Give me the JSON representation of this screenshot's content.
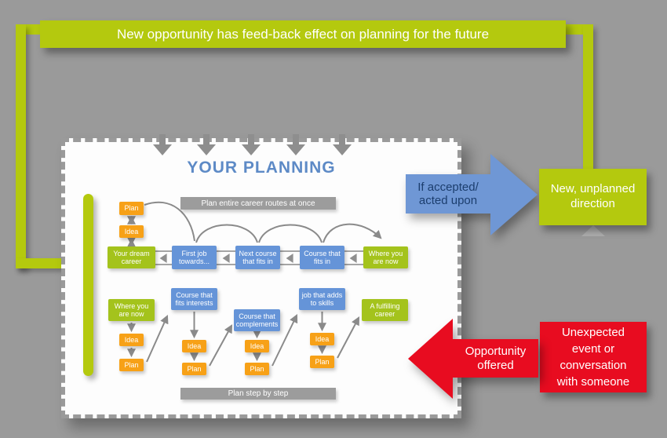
{
  "banner": {
    "text": "New opportunity has feed-back effect on planning for the future"
  },
  "planning_panel": {
    "title": "YOUR PLANNING",
    "strategy_top_label": "Plan entire career routes at once",
    "strategy_bottom_label": "Plan step by step",
    "labels": {
      "plan": "Plan",
      "idea": "Idea"
    },
    "route_row": [
      "Your dream career",
      "First job towards...",
      "Next course that fits in",
      "Course that fits in",
      "Where you are now"
    ],
    "step_columns": [
      {
        "label": "Where you are now"
      },
      {
        "label": "Course that fits interests"
      },
      {
        "label": "Course that complements"
      },
      {
        "label": "job that adds to skills"
      },
      {
        "label": "A fulfilling career"
      }
    ]
  },
  "callouts": {
    "accepted": {
      "text": "If accepted/\nacted upon"
    },
    "new_direction": {
      "text": "New, unplanned\ndirection"
    },
    "opportunity": {
      "text": "Opportunity\noffered"
    },
    "unexpected": {
      "text": "Unexpected\nevent or\nconversation\nwith someone"
    }
  },
  "colors": {
    "background": "#9a9a9a",
    "green": "#b4c90e",
    "panel_green_box": "#a4c31c",
    "orange": "#f7a117",
    "blue_box": "#6594d8",
    "blue_arrow": "#6f97d5",
    "navy_text": "#1c3e6e",
    "title_blue": "#5d8ac6",
    "gray_bar": "#9c9c9c",
    "arrow_gray": "#8a8a8a",
    "red": "#e80c20",
    "panel_white": "#fdfdfd"
  }
}
